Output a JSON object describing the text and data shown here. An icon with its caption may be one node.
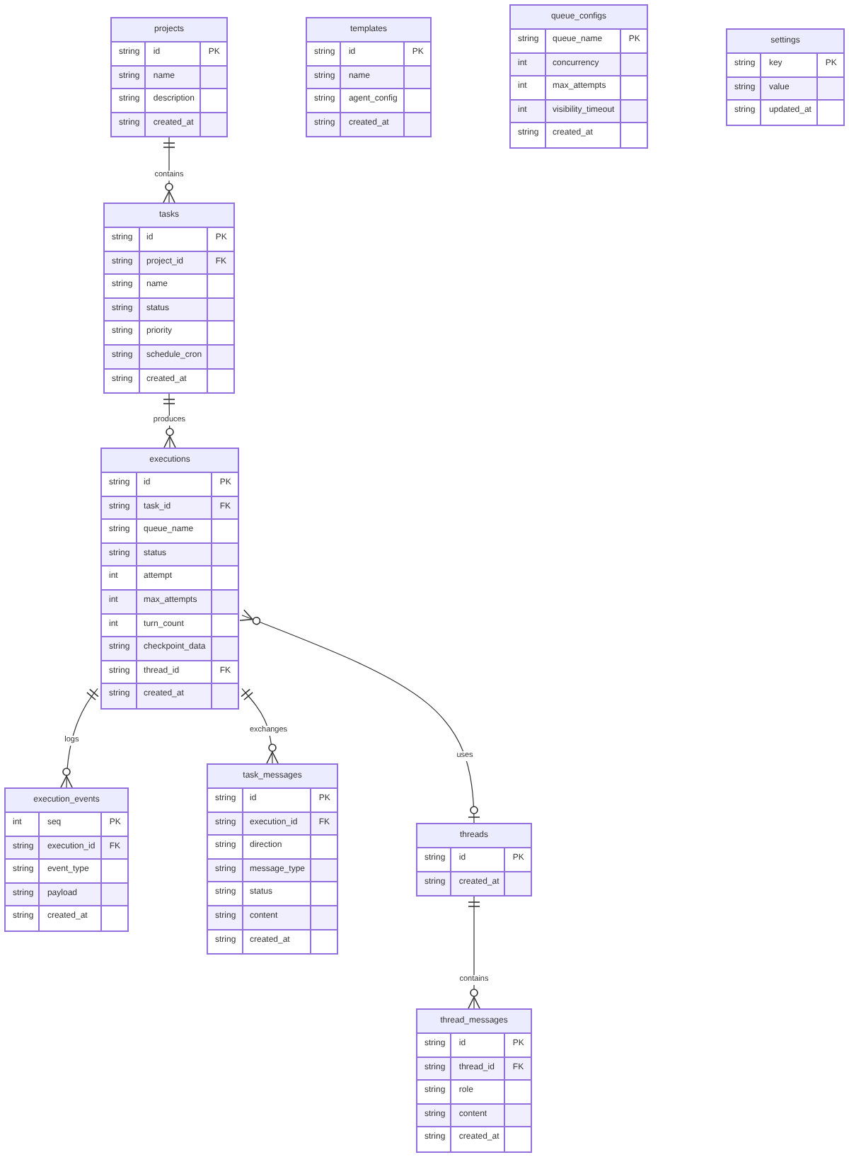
{
  "diagram": {
    "nodes": [
      {
        "text": [
          "projects"
        ]
      },
      {
        "text": [
          "string",
          "id",
          "PK"
        ],
        "in": 0
      },
      {
        "text": [
          "string",
          "name"
        ],
        "in": 0
      },
      {
        "text": [
          "string",
          "description"
        ],
        "in": 0
      },
      {
        "text": [
          "string",
          "created_at"
        ],
        "in": 0
      },
      {
        "text": [
          "templates"
        ]
      },
      {
        "text": [
          "string",
          "id",
          "PK"
        ],
        "in": 5
      },
      {
        "text": [
          "string",
          "name"
        ],
        "in": 5
      },
      {
        "text": [
          "string",
          "agent_config"
        ],
        "in": 5
      },
      {
        "text": [
          "string",
          "created_at"
        ],
        "in": 5
      },
      {
        "text": [
          "queue_configs"
        ]
      },
      {
        "text": [
          "string",
          "queue_name",
          "PK"
        ],
        "in": 10
      },
      {
        "text": [
          "int",
          "concurrency"
        ],
        "in": 10
      },
      {
        "text": [
          "int",
          "max_attempts"
        ],
        "in": 10
      },
      {
        "text": [
          "int",
          "visibility_timeout"
        ],
        "in": 10
      },
      {
        "text": [
          "string",
          "created_at"
        ],
        "in": 10
      },
      {
        "text": [
          "settings"
        ]
      },
      {
        "text": [
          "string",
          "key",
          "PK"
        ],
        "in": 16
      },
      {
        "text": [
          "string",
          "value"
        ],
        "in": 16
      },
      {
        "text": [
          "string",
          "updated_at"
        ],
        "in": 16
      },
      {
        "text": [
          "tasks"
        ]
      },
      {
        "text": [
          "string",
          "id",
          "PK"
        ],
        "in": 20
      },
      {
        "text": [
          "string",
          "project_id",
          "FK"
        ],
        "in": 20
      },
      {
        "text": [
          "string",
          "name"
        ],
        "in": 20
      },
      {
        "text": [
          "string",
          "status"
        ],
        "in": 20
      },
      {
        "text": [
          "string",
          "priority"
        ],
        "in": 20
      },
      {
        "text": [
          "string",
          "schedule_cron"
        ],
        "in": 20
      },
      {
        "text": [
          "string",
          "created_at"
        ],
        "in": 20
      },
      {
        "text": [
          "executions"
        ]
      },
      {
        "text": [
          "string",
          "id",
          "PK"
        ],
        "in": 28
      },
      {
        "text": [
          "string",
          "task_id",
          "FK"
        ],
        "in": 28
      },
      {
        "text": [
          "string",
          "queue_name"
        ],
        "in": 28
      },
      {
        "text": [
          "string",
          "status"
        ],
        "in": 28
      },
      {
        "text": [
          "int",
          "attempt"
        ],
        "in": 28
      },
      {
        "text": [
          "int",
          "max_attempts"
        ],
        "in": 28
      },
      {
        "text": [
          "int",
          "turn_count"
        ],
        "in": 28
      },
      {
        "text": [
          "string",
          "checkpoint_data"
        ],
        "in": 28
      },
      {
        "text": [
          "string",
          "thread_id",
          "FK"
        ],
        "in": 28
      },
      {
        "text": [
          "string",
          "created_at"
        ],
        "in": 28
      },
      {
        "text": [
          "execution_events"
        ]
      },
      {
        "text": [
          "int",
          "seq",
          "PK"
        ],
        "in": 39
      },
      {
        "text": [
          "string",
          "execution_id",
          "FK"
        ],
        "in": 39
      },
      {
        "text": [
          "string",
          "event_type"
        ],
        "in": 39
      },
      {
        "text": [
          "string",
          "payload"
        ],
        "in": 39
      },
      {
        "text": [
          "string",
          "created_at"
        ],
        "in": 39
      },
      {
        "text": [
          "task_messages"
        ]
      },
      {
        "text": [
          "string",
          "id",
          "PK"
        ],
        "in": 45
      },
      {
        "text": [
          "string",
          "execution_id",
          "FK"
        ],
        "in": 45
      },
      {
        "text": [
          "string",
          "direction"
        ],
        "in": 45
      },
      {
        "text": [
          "string",
          "message_type"
        ],
        "in": 45
      },
      {
        "text": [
          "string",
          "status"
        ],
        "in": 45
      },
      {
        "text": [
          "string",
          "content"
        ],
        "in": 45
      },
      {
        "text": [
          "string",
          "created_at"
        ],
        "in": 45
      },
      {
        "text": [
          "threads"
        ]
      },
      {
        "text": [
          "string",
          "id",
          "PK"
        ],
        "in": 53
      },
      {
        "text": [
          "string",
          "created_at"
        ],
        "in": 53
      },
      {
        "text": [
          "thread_messages"
        ]
      },
      {
        "text": [
          "string",
          "id",
          "PK"
        ],
        "in": 56
      },
      {
        "text": [
          "string",
          "thread_id",
          "FK"
        ],
        "in": 56
      },
      {
        "text": [
          "string",
          "role"
        ],
        "in": 56
      },
      {
        "text": [
          "string",
          "content"
        ],
        "in": 56
      },
      {
        "text": [
          "string",
          "created_at"
        ],
        "in": 56
      }
    ],
    "edges": [
      {
        "from": 0,
        "to": 20,
        "arrow": "other",
        "label": "contains"
      },
      {
        "from": 20,
        "to": 28,
        "arrow": "other",
        "label": "produces"
      },
      {
        "from": 28,
        "to": 39,
        "arrow": "other",
        "label": "logs"
      },
      {
        "from": 28,
        "to": 45,
        "arrow": "other",
        "label": "exchanges"
      },
      {
        "from": 28,
        "to": 53,
        "arrow": "other",
        "label": "uses"
      },
      {
        "from": 53,
        "to": 56,
        "arrow": "other",
        "label": "contains"
      }
    ]
  }
}
